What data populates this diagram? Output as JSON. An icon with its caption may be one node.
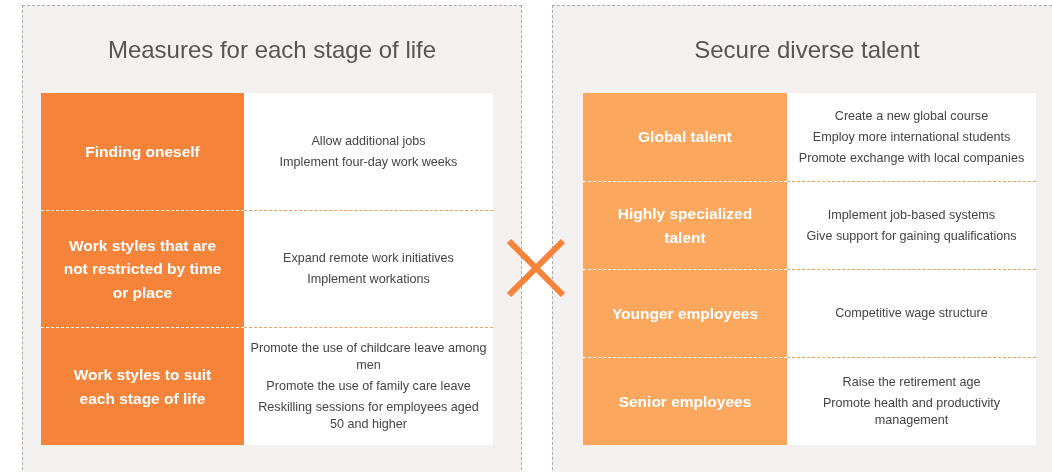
{
  "diagram": {
    "nodes": [
      {
        "text": [
          "Measures for each stage of life"
        ]
      },
      {
        "text": [
          "Finding oneself"
        ],
        "in": 0
      },
      {
        "text": [
          "Allow additional jobs",
          "Implement four-day work weeks"
        ],
        "in": 0
      },
      {
        "text": [
          "Work styles that are not restricted by time or place"
        ],
        "in": 0
      },
      {
        "text": [
          "Expand remote work initiatives",
          "Implement workations"
        ],
        "in": 0
      },
      {
        "text": [
          "Work styles to suit each stage of life"
        ],
        "in": 0
      },
      {
        "text": [
          "Promote the use of childcare leave among men",
          "Promote the use of family care leave",
          "Reskilling sessions for employees aged 50 and higher"
        ],
        "in": 0
      },
      {
        "text": [
          "Secure diverse talent"
        ]
      },
      {
        "text": [
          "Global talent"
        ],
        "in": 7
      },
      {
        "text": [
          "Create a new global course",
          "Employ more international students",
          "Promote exchange with local companies"
        ],
        "in": 7
      },
      {
        "text": [
          "Highly specialized talent"
        ],
        "in": 7
      },
      {
        "text": [
          "Implement job-based systems",
          "Give support for gaining qualifications"
        ],
        "in": 7
      },
      {
        "text": [
          "Younger employees"
        ],
        "in": 7
      },
      {
        "text": [
          "Competitive wage structure"
        ],
        "in": 7
      },
      {
        "text": [
          "Senior employees"
        ],
        "in": 7
      },
      {
        "text": [
          "Raise the retirement age",
          "Promote health and productivity management"
        ],
        "in": 7
      }
    ],
    "edges": []
  }
}
